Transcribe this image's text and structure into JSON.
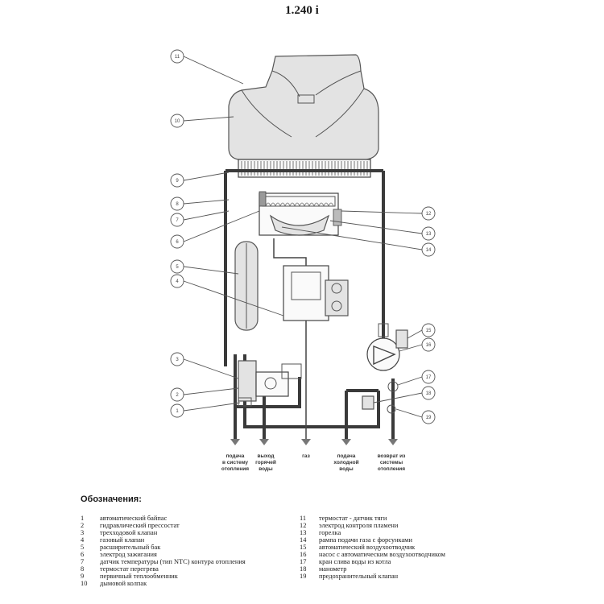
{
  "title": "1.240 i",
  "callouts": {
    "c11_top": "11",
    "c10_top": "10",
    "c9": "9",
    "c8": "8",
    "c7": "7",
    "c6": "6",
    "c5": "5",
    "c4": "4",
    "c3": "3",
    "c2": "2",
    "c1": "1",
    "c12": "12",
    "c13": "13",
    "c14": "14",
    "c15": "15",
    "c16": "16",
    "c17": "17",
    "c18": "18",
    "c19": "19"
  },
  "connections": [
    [
      "подача",
      "в систему",
      "отопления"
    ],
    [
      "выход",
      "горячей",
      "воды"
    ],
    [
      "газ"
    ],
    [
      "подача",
      "холодной",
      "воды"
    ],
    [
      "возврат из",
      "системы",
      "отопления"
    ]
  ],
  "legend": {
    "heading": "Обозначения:",
    "left": [
      {
        "num": "1",
        "text": "автоматический байпас"
      },
      {
        "num": "2",
        "text": "гидравлический прессостат"
      },
      {
        "num": "3",
        "text": "трехходовой клапан"
      },
      {
        "num": "4",
        "text": "газовый клапан"
      },
      {
        "num": "5",
        "text": "расширительный бак"
      },
      {
        "num": "6",
        "text": "электрод зажигания"
      },
      {
        "num": "7",
        "text": "датчик температуры (тип NTC) контура отопления"
      },
      {
        "num": "8",
        "text": "термостат перегрева"
      },
      {
        "num": "9",
        "text": "первичный теплообменник"
      },
      {
        "num": "10",
        "text": "дымовой колпак"
      }
    ],
    "right": [
      {
        "num": "11",
        "text": "термостат - датчик тяги"
      },
      {
        "num": "12",
        "text": "электрод контроля пламени"
      },
      {
        "num": "13",
        "text": "горелка"
      },
      {
        "num": "14",
        "text": "рампа подачи газа с форсунками"
      },
      {
        "num": "15",
        "text": "автоматический воздухоотводчик"
      },
      {
        "num": "16",
        "text": "насос с автоматическим воздухоотводчиком"
      },
      {
        "num": "17",
        "text": "кран слива воды из котла"
      },
      {
        "num": "18",
        "text": "манометр"
      },
      {
        "num": "19",
        "text": "предохранительный клапан"
      }
    ]
  }
}
